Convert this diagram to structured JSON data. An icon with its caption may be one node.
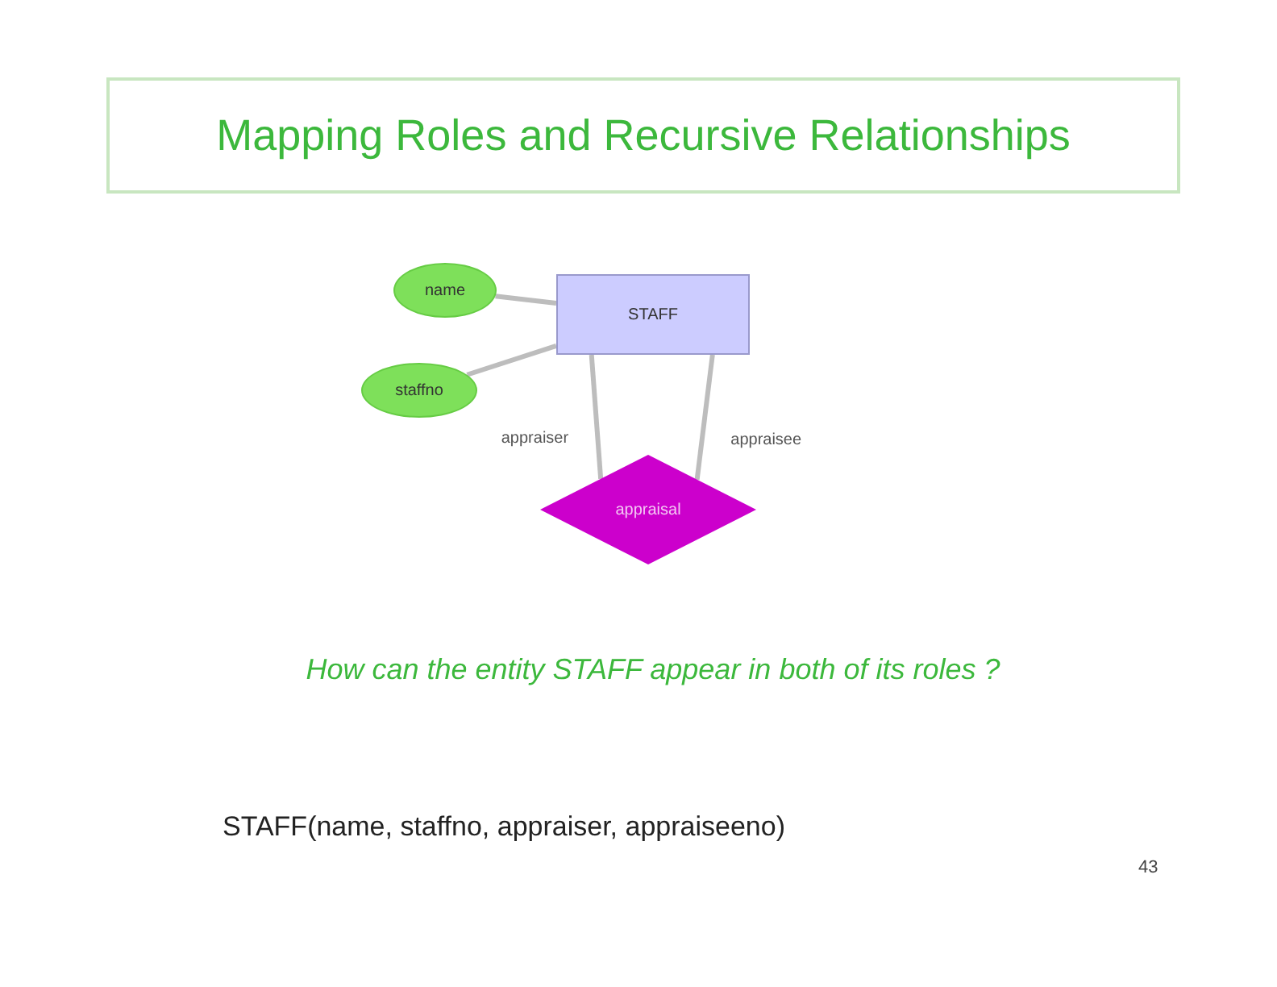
{
  "diagram": {
    "title": "Mapping Roles and Recursive Relationships",
    "nodes": [
      {
        "text": [
          "name"
        ]
      },
      {
        "text": [
          "staffno"
        ]
      },
      {
        "text": [
          "STAFF"
        ]
      },
      {
        "text": [
          "appraisal"
        ]
      }
    ],
    "edges": [
      {
        "from": 0,
        "to": 2,
        "arrow": "none"
      },
      {
        "from": 1,
        "to": 2,
        "arrow": "none"
      },
      {
        "from": 2,
        "to": 3,
        "arrow": "none",
        "label": "appraiser"
      },
      {
        "from": 2,
        "to": 3,
        "arrow": "none",
        "label": "appraisee"
      }
    ],
    "labels": [
      "How can the entity STAFF appear in both of its roles ?",
      "STAFF(name, staffno, appraiser, appraiseeno)",
      "43"
    ]
  }
}
